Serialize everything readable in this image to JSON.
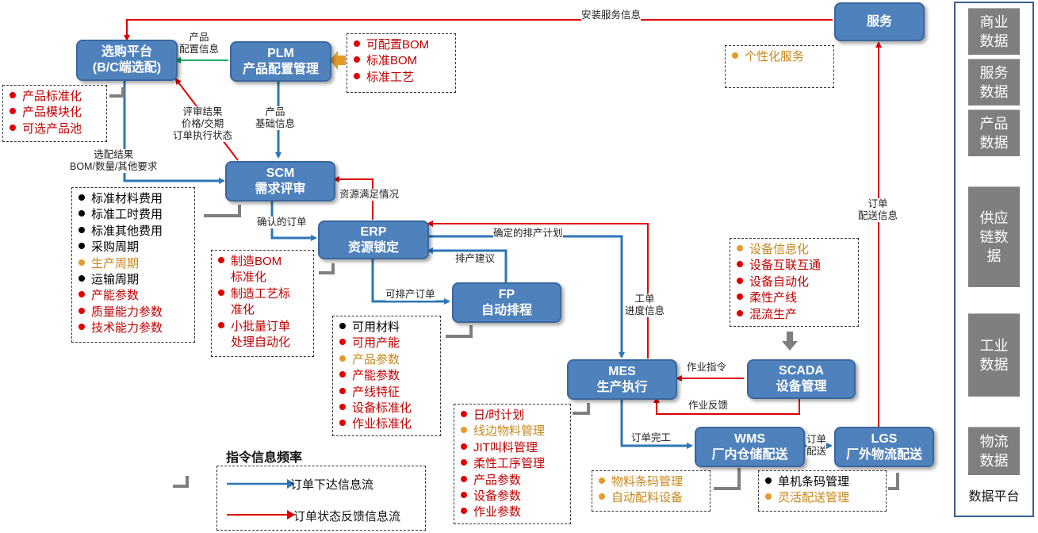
{
  "colors": {
    "node_fill": "#4f81bd",
    "order_issue_flow": "#2e75b6",
    "order_feedback_flow": "#e00000",
    "config_flow": "#00a050",
    "bullet_red": "#e00000",
    "bullet_orange": "#e69a28",
    "bullet_black": "#000000",
    "sidebar_box": "#7f7f7f"
  },
  "nodes": {
    "purchase": [
      "选购平台",
      "(B/C端选配)"
    ],
    "plm": [
      "PLM",
      "产品配置管理"
    ],
    "scm": [
      "SCM",
      "需求评审"
    ],
    "erp": [
      "ERP",
      "资源锁定"
    ],
    "fp": [
      "FP",
      "自动排程"
    ],
    "mes": [
      "MES",
      "生产执行"
    ],
    "scada": [
      "SCADA",
      "设备管理"
    ],
    "wms": [
      "WMS",
      "厂内仓储配送"
    ],
    "lgs": [
      "LGS",
      "厂外物流配送"
    ],
    "service": [
      "服务"
    ]
  },
  "notes": {
    "plm_config": [
      {
        "text": "可配置BOM",
        "color": "red"
      },
      {
        "text": "标准BOM",
        "color": "red"
      },
      {
        "text": "标准工艺",
        "color": "red"
      }
    ],
    "product": [
      {
        "text": "产品标准化",
        "color": "red"
      },
      {
        "text": "产品模块化",
        "color": "red"
      },
      {
        "text": "可选产品池",
        "color": "red"
      }
    ],
    "service": [
      {
        "text": "个性化服务",
        "color": "orange"
      }
    ],
    "cost": [
      {
        "text": "标准材料费用",
        "color": "black"
      },
      {
        "text": "标准工时费用",
        "color": "black"
      },
      {
        "text": "标准其他费用",
        "color": "black"
      },
      {
        "text": "采购周期",
        "color": "black"
      },
      {
        "text": "生产周期",
        "color": "orange"
      },
      {
        "text": "运输周期",
        "color": "black"
      },
      {
        "text": "产能参数",
        "color": "red"
      },
      {
        "text": "质量能力参数",
        "color": "red"
      },
      {
        "text": "技术能力参数",
        "color": "red"
      }
    ],
    "erp_std": [
      {
        "text": "制造BOM",
        "color": "red"
      },
      {
        "text": "标准化",
        "color": "none"
      },
      {
        "text": "制造工艺标",
        "color": "red"
      },
      {
        "text": "准化",
        "color": "none"
      },
      {
        "text": "小批量订单",
        "color": "red"
      },
      {
        "text": "处理自动化",
        "color": "none"
      }
    ],
    "fp_params": [
      {
        "text": "可用材料",
        "color": "black"
      },
      {
        "text": "可用产能",
        "color": "red"
      },
      {
        "text": "产品参数",
        "color": "orange"
      },
      {
        "text": "产能参数",
        "color": "red"
      },
      {
        "text": "产线特征",
        "color": "red"
      },
      {
        "text": "设备标准化",
        "color": "red"
      },
      {
        "text": "作业标准化",
        "color": "red"
      }
    ],
    "device": [
      {
        "text": "设备信息化",
        "color": "orange"
      },
      {
        "text": "设备互联互通",
        "color": "red"
      },
      {
        "text": "设备自动化",
        "color": "red"
      },
      {
        "text": "柔性产线",
        "color": "red"
      },
      {
        "text": "混流生产",
        "color": "red"
      }
    ],
    "mes_plan": [
      {
        "text": "日/时计划",
        "color": "red"
      },
      {
        "text": "线边物料管理",
        "color": "orange"
      },
      {
        "text": "JIT叫料管理",
        "color": "red"
      },
      {
        "text": "柔性工序管理",
        "color": "red"
      },
      {
        "text": "产品参数",
        "color": "red"
      },
      {
        "text": "设备参数",
        "color": "red"
      },
      {
        "text": "作业参数",
        "color": "red"
      }
    ],
    "wms": [
      {
        "text": "物料条码管理",
        "color": "orange"
      },
      {
        "text": "自动配料设备",
        "color": "orange"
      }
    ],
    "lgs": [
      {
        "text": "单机条码管理",
        "color": "black"
      },
      {
        "text": "灵活配送管理",
        "color": "orange"
      }
    ]
  },
  "labels": {
    "install_service": "安装服务信息",
    "product_config": [
      "产品",
      "配置信息"
    ],
    "review_result": [
      "评审结果",
      "价格/交期",
      "订单执行状态"
    ],
    "product_basic": [
      "产品",
      "基础信息"
    ],
    "selection_result": [
      "选配结果",
      "BOM/数量/其他要求"
    ],
    "resource_ok": "资源满足情况",
    "confirmed_order": "确认的订单",
    "confirmed_schedule": "确定的排产计划",
    "schedule_suggest": "排产建议",
    "schedulable_order": "可排产订单",
    "work_order_progress": [
      "工单",
      "进度信息"
    ],
    "work_instruction": "作业指令",
    "work_feedback": "作业反馈",
    "order_complete": "订单完工",
    "order_delivery": [
      "订单",
      "配送"
    ],
    "order_delivery_info": [
      "订单",
      "配送信息"
    ]
  },
  "legend": {
    "title": "指令信息频率",
    "issue_flow": "订单下达信息流",
    "feedback_flow": "订单状态反馈信息流"
  },
  "sidebar": {
    "items": [
      "商业数据",
      "服务数据",
      "产品数据",
      "供应链数据",
      "工业数据",
      "物流数据"
    ],
    "title": "数据平台"
  }
}
